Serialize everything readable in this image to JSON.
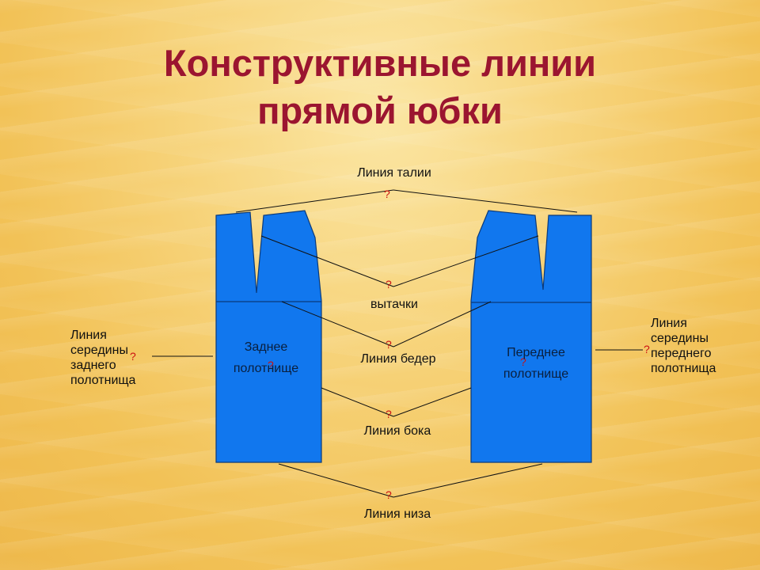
{
  "title": {
    "line1": "Конструктивные линии",
    "line2": "прямой юбки"
  },
  "labels": {
    "waist": "Линия талии",
    "darts": "вытачки",
    "hips": "Линия бедер",
    "side": "Линия бока",
    "hem": "Линия низа",
    "back_center": [
      "Линия",
      "середины",
      "заднего",
      "полотнища"
    ],
    "front_center": [
      "Линия",
      "середины",
      "переднего",
      "полотнища"
    ]
  },
  "panels": {
    "back": [
      "Заднее",
      "полотнище"
    ],
    "front": [
      "Переднее",
      "полотнище"
    ]
  },
  "colors": {
    "panel_fill": "#1177ee",
    "title": "#9b1530",
    "marker": "#cc1111"
  },
  "marker_glyph": "?"
}
